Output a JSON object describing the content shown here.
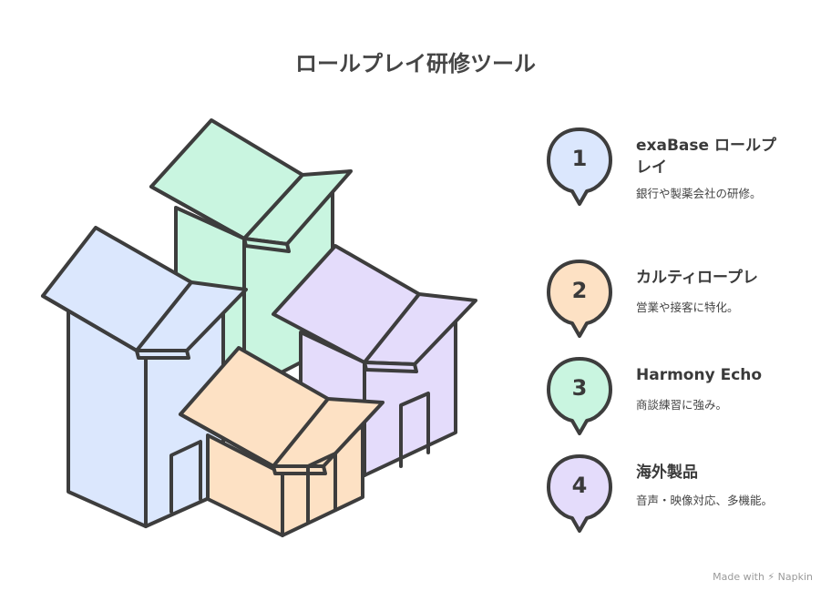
{
  "title": "ロールプレイ研修ツール",
  "colors": {
    "blue": "#dbe7fd",
    "green": "#c9f5e0",
    "purple": "#e4dcfb",
    "orange": "#fde1c4",
    "outline": "#3d3d3d"
  },
  "items": [
    {
      "number": "1",
      "title": "exaBase ロールプレイ",
      "description": "銀行や製薬会社の研修。",
      "color": "#dbe7fd"
    },
    {
      "number": "2",
      "title": "カルティロープレ",
      "description": "営業や接客に特化。",
      "color": "#fde1c4"
    },
    {
      "number": "3",
      "title": "Harmony Echo",
      "description": "商談練習に強み。",
      "color": "#c9f5e0"
    },
    {
      "number": "4",
      "title": "海外製品",
      "description": "音声・映像対応、多機能。",
      "color": "#e4dcfb"
    }
  ],
  "credit": "Made with ⚡ Napkin"
}
